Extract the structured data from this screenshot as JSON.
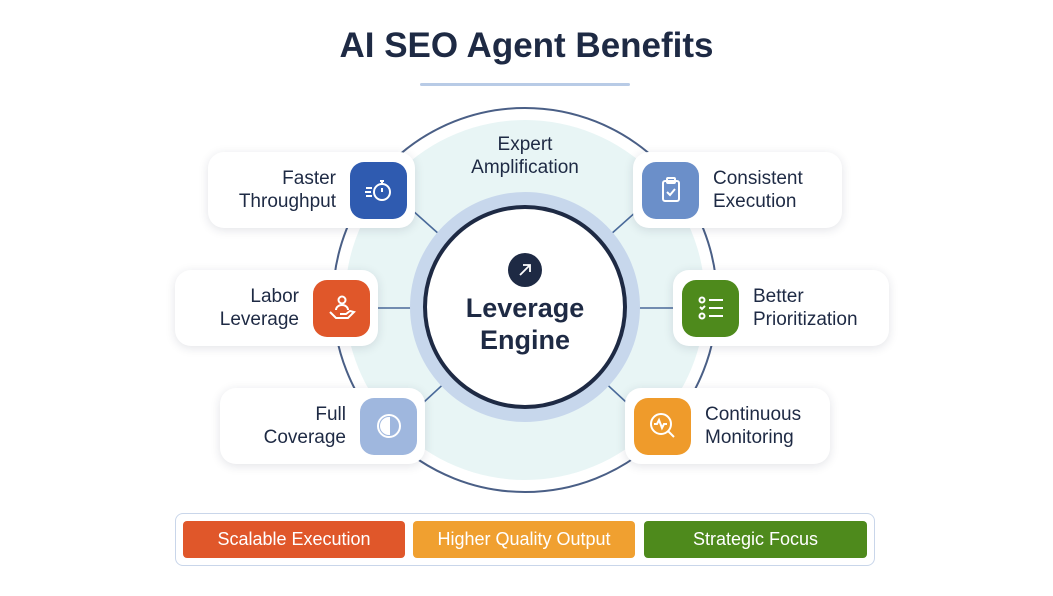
{
  "title": "AI SEO Agent Benefits",
  "center": {
    "line1": "Leverage",
    "line2": "Engine",
    "icon": "arrow-up-right-icon"
  },
  "top_label": {
    "line1": "Expert",
    "line2": "Amplification"
  },
  "cards": [
    {
      "line1": "Faster",
      "line2": "Throughput",
      "icon": "stopwatch-icon",
      "color": "#2f5bb0"
    },
    {
      "line1": "Consistent",
      "line2": "Execution",
      "icon": "clipboard-check-icon",
      "color": "#6b8fc9"
    },
    {
      "line1": "Labor",
      "line2": "Leverage",
      "icon": "hand-person-icon",
      "color": "#e0572a"
    },
    {
      "line1": "Better",
      "line2": "Prioritization",
      "icon": "checklist-icon",
      "color": "#4e8a1c"
    },
    {
      "line1": "Full",
      "line2": "Coverage",
      "icon": "half-circle-icon",
      "color": "#9fb7de"
    },
    {
      "line1": "Continuous",
      "line2": "Monitoring",
      "icon": "magnifier-pulse-icon",
      "color": "#ef9b2b"
    }
  ],
  "outcomes": [
    {
      "label": "Scalable Execution",
      "color": "#e0572a"
    },
    {
      "label": "Higher Quality Output",
      "color": "#f0a030"
    },
    {
      "label": "Strategic Focus",
      "color": "#4e8a1c"
    }
  ]
}
